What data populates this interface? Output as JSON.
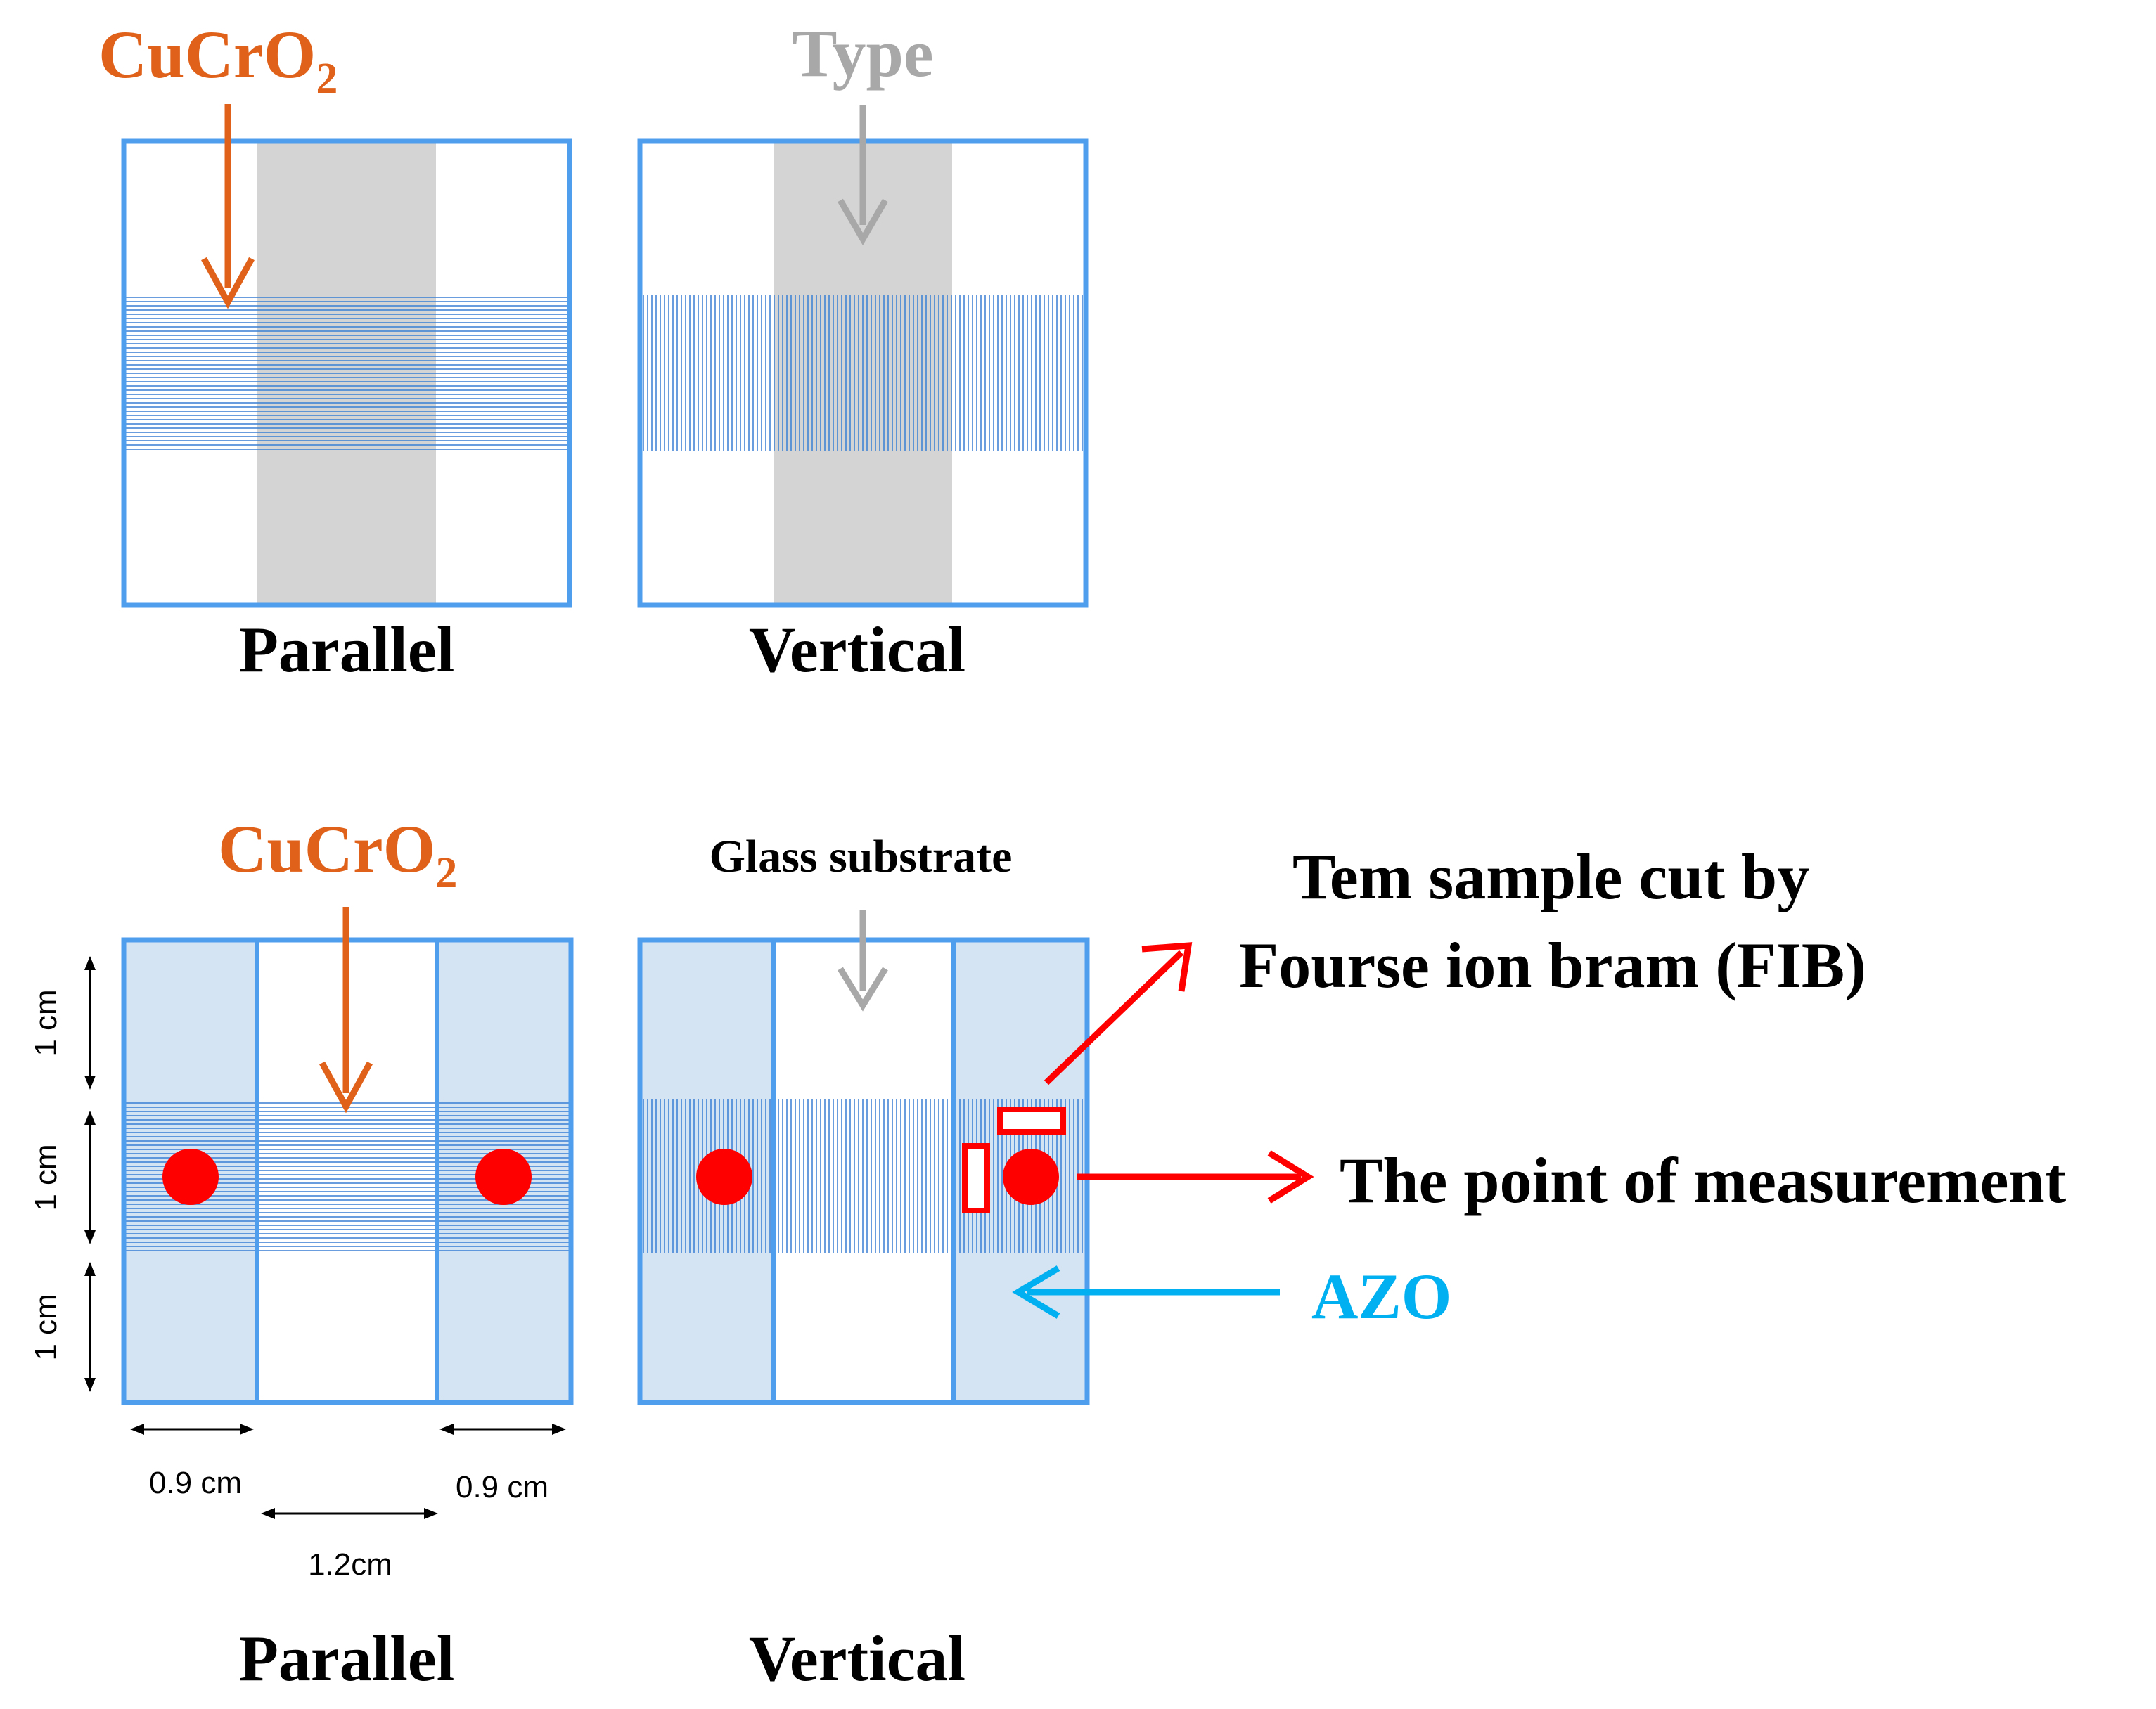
{
  "colors": {
    "border_blue": "#4f9ded",
    "stripe_blue": "#3a7fd5",
    "azo_fill": "#d4e4f3",
    "gray_fill": "#d4d4d4",
    "gray_arrow": "#a8a8a8",
    "orange": "#e0621a",
    "red": "#ff0000",
    "azo_text": "#00b0f0",
    "black": "#000000"
  },
  "top": {
    "label_cucro2_main": "CuCrO",
    "label_cucro2_sub": "2",
    "label_type": "Type",
    "caption_left": "Parallel",
    "caption_right": "Vertical"
  },
  "bottom": {
    "label_cucro2_main": "CuCrO",
    "label_cucro2_sub": "2",
    "label_glass": "Glass substrate",
    "label_tem_line1": "Tem sample cut by",
    "label_tem_line2": "Fourse ion bram (FIB)",
    "label_measurement": "The point of measurement",
    "label_azo": "AZO",
    "caption_left": "Parallel",
    "caption_right": "Vertical",
    "dims": {
      "v1": "1 cm",
      "v2": "1 cm",
      "v3": "1 cm",
      "h_left": "0.9 cm",
      "h_right": "0.9 cm",
      "h_mid": "1.2cm"
    }
  }
}
